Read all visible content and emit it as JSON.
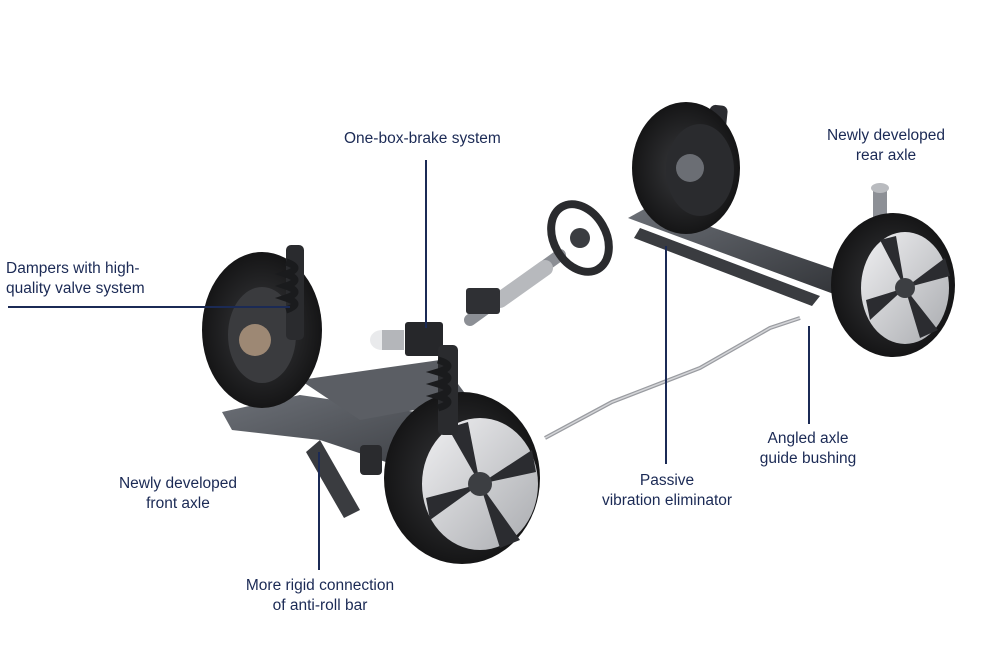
{
  "colors": {
    "label_text": "#1b2a55",
    "leader_line": "#1b2a55",
    "background": "#ffffff",
    "tire": "#1c1c1e",
    "rim": "#d8d9db",
    "subframe": "#44474c"
  },
  "labels": {
    "one_box_brake": {
      "line1": "One-box-brake system"
    },
    "dampers": {
      "line1": "Dampers with high-",
      "line2": "quality valve system"
    },
    "rear_axle": {
      "line1": "Newly developed",
      "line2": "rear axle"
    },
    "front_axle": {
      "line1": "Newly developed",
      "line2": "front axle"
    },
    "anti_roll_bar": {
      "line1": "More rigid connection",
      "line2": "of anti-roll bar"
    },
    "vibration_eliminator": {
      "line1": "Passive",
      "line2": "vibration eliminator"
    },
    "axle_bushing": {
      "line1": "Angled axle",
      "line2": "guide bushing"
    }
  }
}
